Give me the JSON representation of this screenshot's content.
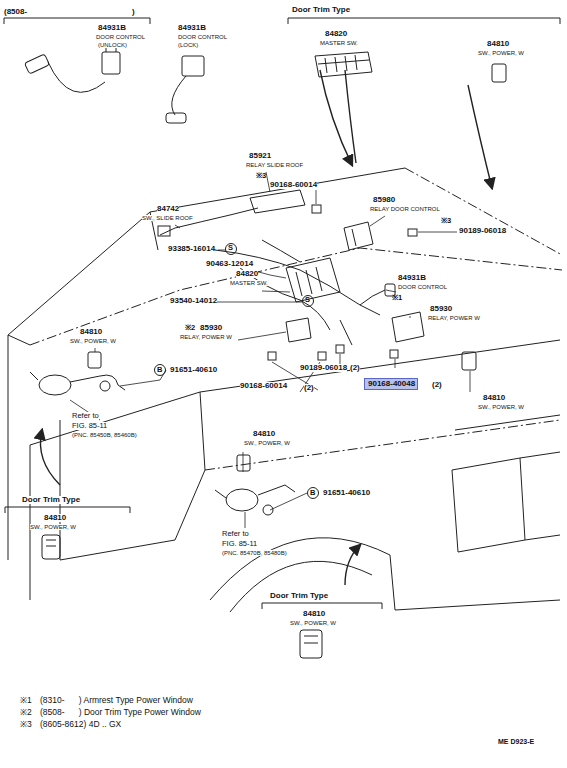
{
  "diagram": {
    "nodes": [
      {
        "text": [
          "90168-40048"
        ]
      }
    ],
    "labels": [
      "(8508-",
      ")",
      "84931B",
      "DOOR CONTROL",
      "(UNLOCK)",
      "84931B",
      "DOOR CONTROL",
      "(LOCK)",
      "Door Trim Type",
      "84820",
      "MASTER SW.",
      "84810",
      "SW., POWER, W",
      "85921",
      "RELAY SLIDE ROOF",
      "※3",
      "90168-60014",
      "84742",
      "SW., SLIDE ROOF",
      "85980",
      "RELAY DOOR CONTROL",
      "※3",
      "90189-06018",
      "93385-16014",
      "S",
      "90463-12014",
      "84820",
      "MASTER SW.",
      "84931B",
      "DOOR CONTROL",
      "※1",
      "93540-14012",
      "S",
      "85930",
      "RELAY, POWER W",
      "84810",
      "SW., POWER, W",
      "※2",
      "85930",
      "RELAY, POWER W",
      "B",
      "91651-40610",
      "90189-06018",
      "(2)",
      "(2)",
      "90168-60014",
      "(2)",
      "84810",
      "SW., POWER, W",
      "Refer to",
      "FIG. 85-11",
      "(PNC. 85450B, 85460B)",
      "84810",
      "SW., POWER, W",
      "B",
      "91651-40610",
      "Refer to",
      "FIG. 85-11",
      "(PNC. 85470B, 85480B)",
      "Door Trim Type",
      "84810",
      "SW., POWER, W",
      "Door Trim Type",
      "84810",
      "SW., POWER, W",
      "※1",
      "(8310-      ) Armrest Type Power Window",
      "※2",
      "(8508-      ) Door Trim Type Power Window",
      "※3",
      "(8605-8612) 4D .. GX",
      "ME D923-E"
    ]
  }
}
